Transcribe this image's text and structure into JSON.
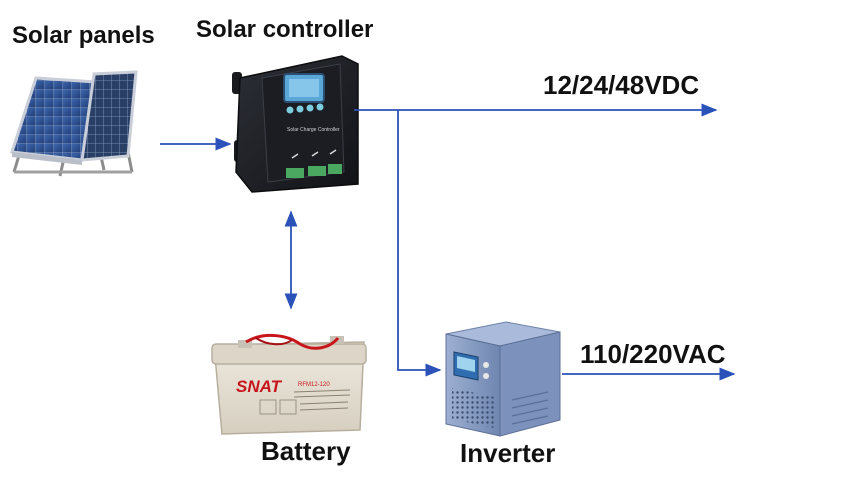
{
  "labels": {
    "solar_panels": "Solar panels",
    "solar_controller": "Solar controller",
    "dc_output": "12/24/48VDC",
    "ac_output": "110/220VAC",
    "battery": "Battery",
    "inverter": "Inverter"
  },
  "device_text": {
    "controller_caption": "Solar Charge Controller",
    "battery_brand": "SNAT",
    "battery_model": "RFM12-120"
  },
  "colors": {
    "arrow": "#2a52b8",
    "panel_cell": "#2c4f8f",
    "controller_body": "#1d1f24",
    "controller_screen": "#5aa8d8",
    "battery_body": "#e6e0d4",
    "battery_brand": "#c8151b",
    "inverter_body": "#8fa4c8"
  }
}
